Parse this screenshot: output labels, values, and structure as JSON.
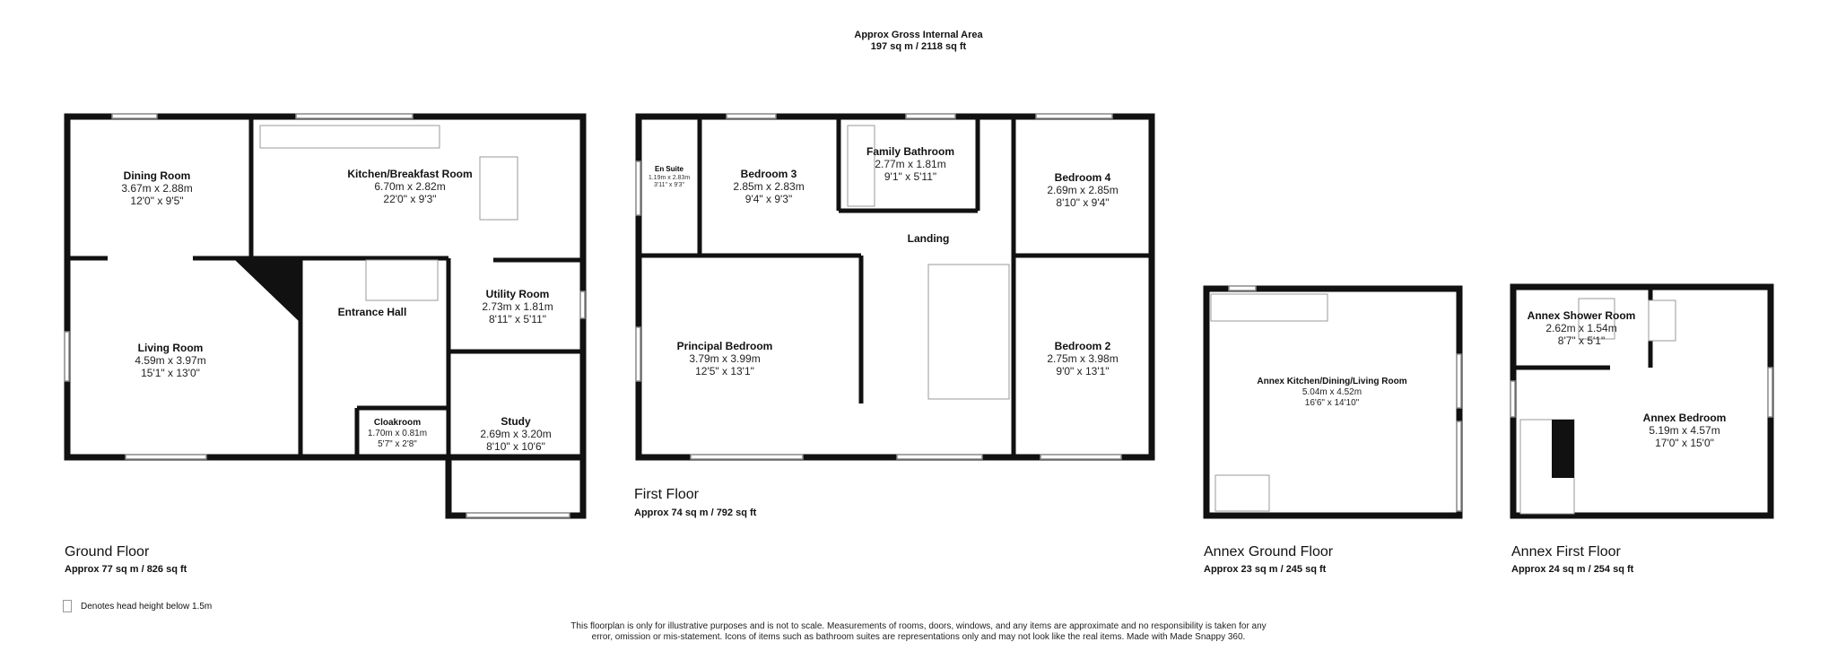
{
  "gross_area": {
    "title": "Approx Gross Internal Area",
    "value": "197 sq m / 2118 sq ft"
  },
  "floors": [
    {
      "name": "Ground Floor",
      "area": "Approx 77 sq m / 826 sq ft"
    },
    {
      "name": "First Floor",
      "area": "Approx 74 sq m / 792 sq ft"
    },
    {
      "name": "Annex Ground Floor",
      "area": "Approx 23 sq m / 245 sq ft"
    },
    {
      "name": "Annex First Floor",
      "area": "Approx 24 sq m / 254 sq ft"
    }
  ],
  "rooms": {
    "dining": {
      "name": "Dining Room",
      "metric": "3.67m x 2.88m",
      "imperial": "12'0\" x 9'5\""
    },
    "kitchen": {
      "name": "Kitchen/Breakfast Room",
      "metric": "6.70m x 2.82m",
      "imperial": "22'0\" x 9'3\""
    },
    "living": {
      "name": "Living Room",
      "metric": "4.59m x 3.97m",
      "imperial": "15'1\" x 13'0\""
    },
    "hall": {
      "name": "Entrance Hall"
    },
    "utility": {
      "name": "Utility Room",
      "metric": "2.73m x 1.81m",
      "imperial": "8'11\" x 5'11\""
    },
    "study": {
      "name": "Study",
      "metric": "2.69m x 3.20m",
      "imperial": "8'10\" x 10'6\""
    },
    "cloak": {
      "name": "Cloakroom",
      "metric": "1.70m x 0.81m",
      "imperial": "5'7\" x 2'8\""
    },
    "ensuite": {
      "name": "En Suite",
      "metric": "1.19m x 2.83m",
      "imperial": "3'11\" x 9'3\""
    },
    "bed3": {
      "name": "Bedroom 3",
      "metric": "2.85m x 2.83m",
      "imperial": "9'4\" x 9'3\""
    },
    "bath": {
      "name": "Family Bathroom",
      "metric": "2.77m x 1.81m",
      "imperial": "9'1\" x 5'11\""
    },
    "bed4": {
      "name": "Bedroom 4",
      "metric": "2.69m x 2.85m",
      "imperial": "8'10\" x 9'4\""
    },
    "landing": {
      "name": "Landing"
    },
    "principal": {
      "name": "Principal Bedroom",
      "metric": "3.79m x 3.99m",
      "imperial": "12'5\" x 13'1\""
    },
    "bed2": {
      "name": "Bedroom 2",
      "metric": "2.75m x 3.98m",
      "imperial": "9'0\" x 13'1\""
    },
    "annex_kitchen": {
      "name": "Annex Kitchen/Dining/Living Room",
      "metric": "5.04m x 4.52m",
      "imperial": "16'6\" x 14'10\""
    },
    "annex_shower": {
      "name": "Annex Shower Room",
      "metric": "2.62m x 1.54m",
      "imperial": "8'7\" x 5'1\""
    },
    "annex_bed": {
      "name": "Annex Bedroom",
      "metric": "5.19m x 4.57m",
      "imperial": "17'0\" x 15'0\""
    }
  },
  "legend": "Denotes head height below 1.5m",
  "disclaimer": "This floorplan is only for illustrative purposes and is not to scale. Measurements of rooms, doors, windows, and any items are approximate and no responsibility is taken for any error, omission or mis-statement. Icons of items such as bathroom suites are representations only and may not look like the real items. Made with Made Snappy 360."
}
